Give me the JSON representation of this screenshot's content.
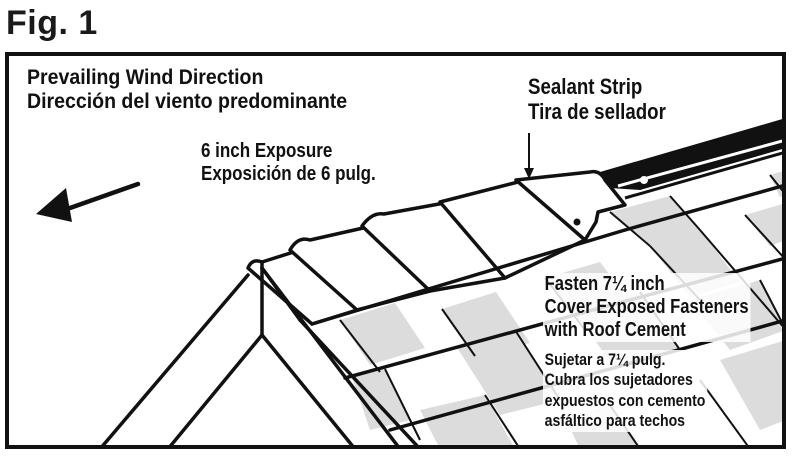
{
  "figure": {
    "title": "Fig. 1"
  },
  "labels": {
    "wind_direction": {
      "en": "Prevailing Wind Direction",
      "es": "Dirección del viento predominante"
    },
    "exposure": {
      "en": "6 inch Exposure",
      "es": "Exposición de 6 pulg."
    },
    "sealant_strip": {
      "en": "Sealant Strip",
      "es": "Tira de sellador"
    },
    "fasten": {
      "en_line1": "Fasten 7¼ inch",
      "en_line2": "Cover Exposed Fasteners",
      "en_line3": "with Roof Cement"
    },
    "sujetar": {
      "es_line1": "Sujetar a 7¼ pulg.",
      "es_line2": "Cubra los sujetadores",
      "es_line3": "expuestos con cemento",
      "es_line4": "asfáltico para techos"
    }
  },
  "icons": {
    "wind_arrow": "arrow-left-down",
    "sealant_pointer": "arrow-down"
  },
  "colors": {
    "line": "#111111",
    "shingle_shade": "#dcdcdc",
    "background": "#ffffff"
  }
}
